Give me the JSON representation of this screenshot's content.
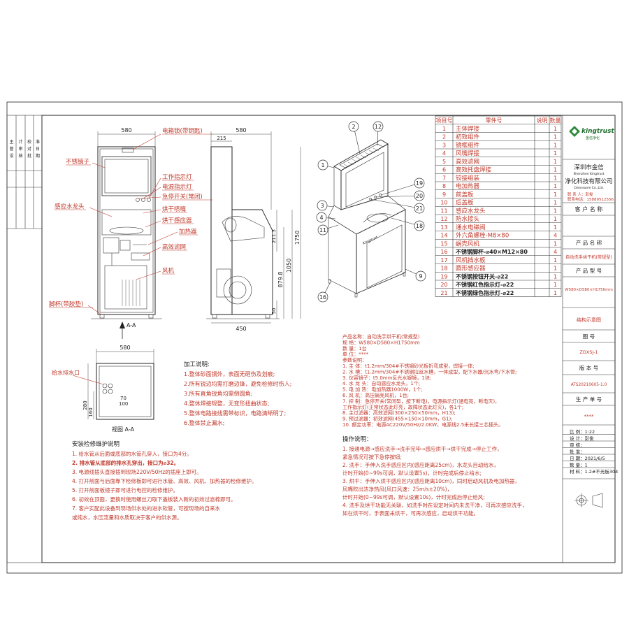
{
  "frame": {
    "left_strip": [
      "主",
      "管",
      "设",
      "计",
      "审",
      "核",
      "校",
      "对",
      "批",
      "准",
      "日",
      "期"
    ]
  },
  "front_view": {
    "width_label": "580",
    "callouts": [
      "电箱锁(带钥匙)",
      "不锈镜子",
      "工作指示灯",
      "电源指示灯",
      "急停开关(常闭)",
      "感应水龙头",
      "烘干喷嘴",
      "烘干感应器",
      "加热器",
      "高效滤网",
      "风机",
      "脚杯(带胶垫)"
    ],
    "section_marker": "A-A"
  },
  "side_view": {
    "dims": [
      "580",
      "215",
      "1750",
      "211.3",
      "1050",
      "879.8",
      "50",
      "450"
    ]
  },
  "section_view": {
    "title": "视图 A-A",
    "width_label": "580",
    "callouts": [
      "给水排水口",
      "给水排水口"
    ],
    "dims": [
      "70",
      "100",
      "280",
      "160"
    ]
  },
  "processing_notes": {
    "title": "加工说明:",
    "items": [
      "1.整体砂面钢外，表面无砸伤及划痕;",
      "2.所有锐边均需打磨边锋，避免检修时伤人;",
      "3.所有直角锐角均需倒圆角;",
      "4.整体焊接规整，无变形扭曲状态;",
      "5.整体电路接线需带标识，电路清晰明了;",
      "6.整体禁止漏水;"
    ]
  },
  "install_notes": {
    "title": "安装检修维护说明",
    "items": [
      "1. 给水管从后面或底部的水管孔穿入，接口为4分。",
      "2. 排水管从底部的排水孔穿出，接口为⌀32。",
      "3. 电源线插头直接插到现场220V/50Hz的插座上即可。",
      "4. 打开前面与后面靠下检修板即可进行水管、高效、风机、加热器的检修维护。",
      "5. 打开前面板镜子即可进行电控的检修维护。",
      "6. 初效在顶面，更换时使用螺丝刀取下盖板装入新的初效过滤棉即可。",
      "7. 客户实配此设备到现场供水处的进水软管，可按现场的自来水",
      "   或纯水，水压流量和水质取决于客户的供水源。"
    ]
  },
  "product_info": {
    "lines": [
      "产品名称：自动洗手烘干机(常规型)",
      "规    格：W580×D580×H1750mm",
      "数    量：1台",
      "单    位：****",
      "参数说明：",
      "1. 主    体：t1.2mm/304#不锈钢砂光板折弯成型，焊接一体;",
      "2. 水    槽：t1.2mm/304#不锈钢拉丝水槽，一体成型，配下水器/沉水弯/下水管;",
      "3. 仪容镜子：t5.0mm反光水银镜，1块;",
      "4. 水 龙 头：自动感应水龙头，1个;",
      "5. 电 加 热：电加热器1000W，1个;",
      "6. 风    机：高压蜗壳风机，1台;",
      "7. 控    制：急停开关(常闭型，按下断电)，电源指示灯(通电亮，断电灭)，",
      "            工作指示灯(正常状态此灯亮，故障状态此灯灭)，各1个;",
      "8. 主过滤器：高效滤网(300×250×50mm，H13);",
      "9. 预过滤器：初效滤网(455×150×10mm，G1);",
      "10. 额定功率：电源AC220V/50Hz/2.0KW，电源线2.5米长接三芯插头。"
    ]
  },
  "operation": {
    "title": "操作说明：",
    "items": [
      "1. 接通电源→感应洗手→洗手完毕→感应烘干→烘干完成→停止工作，",
      "   紧急情况可按下急停按钮;",
      "2. 洗手：手伸入洗手感应区内(感应距离25cm)，水龙头自动给水，",
      "   计时开始(0~99s可调，默认设置5s)，计时完成后停止给水;",
      "3. 烘干：手伸入烘干感应区内(感应距离10cm)，同时启动风机及电加热器，",
      "   风嘴吹出洁净热风(风口风速：25m/s±20%)，",
      "   计时开始(0~99s可调，默认设置10s)，计时完成后停止给风;",
      "4. 洗手及烘干功能无关联，如洗手时在设定时间内未洗干净，可再次感应洗手，",
      "   如在烘干时，手表面未烘干，可再次感应，启动烘干功能。"
    ]
  },
  "parts_table": {
    "headers": [
      "项目号",
      "零件号",
      "说明",
      "数量"
    ],
    "rows": [
      {
        "no": "1",
        "name": "主体焊接",
        "qty": "1",
        "bold": false
      },
      {
        "no": "2",
        "name": "初效组件",
        "qty": "1",
        "bold": false
      },
      {
        "no": "3",
        "name": "镜框组件",
        "qty": "1",
        "bold": false
      },
      {
        "no": "4",
        "name": "风嘴焊接",
        "qty": "1",
        "bold": false
      },
      {
        "no": "5",
        "name": "高效滤网",
        "qty": "1",
        "bold": false
      },
      {
        "no": "6",
        "name": "高效托盘焊接",
        "qty": "1",
        "bold": false
      },
      {
        "no": "7",
        "name": "铰接组装",
        "qty": "1",
        "bold": false
      },
      {
        "no": "8",
        "name": "电加热器",
        "qty": "1",
        "bold": false
      },
      {
        "no": "9",
        "name": "前盖板",
        "qty": "1",
        "bold": false
      },
      {
        "no": "10",
        "name": "后盖板",
        "qty": "1",
        "bold": false
      },
      {
        "no": "11",
        "name": "感应水龙头",
        "qty": "1",
        "bold": false
      },
      {
        "no": "12",
        "name": "防水接头",
        "qty": "1",
        "bold": false
      },
      {
        "no": "13",
        "name": "通水电磁阀",
        "qty": "1",
        "bold": false
      },
      {
        "no": "14",
        "name": "外六角螺栓-M8×80",
        "qty": "4",
        "bold": false
      },
      {
        "no": "15",
        "name": "蜗壳风机",
        "qty": "1",
        "bold": false
      },
      {
        "no": "16",
        "name": "不锈钢脚杯-⌀40×M12×80",
        "qty": "4",
        "bold": true
      },
      {
        "no": "17",
        "name": "风机挡水板",
        "qty": "1",
        "bold": false
      },
      {
        "no": "18",
        "name": "圆形感应器",
        "qty": "1",
        "bold": false
      },
      {
        "no": "19",
        "name": "不锈钢按钮开关-⌀22",
        "qty": "1",
        "bold": true
      },
      {
        "no": "20",
        "name": "不锈钢红色指示灯-⌀22",
        "qty": "1",
        "bold": true
      },
      {
        "no": "21",
        "name": "不锈钢绿色指示灯-⌀22",
        "qty": "1",
        "bold": true
      }
    ]
  },
  "iso_view": {
    "balloons": [
      "2",
      "12",
      "1",
      "3",
      "4",
      "11",
      "19",
      "20",
      "21",
      "18",
      "9",
      "16"
    ],
    "brand_text": "Kingtrust"
  },
  "title_block": {
    "logo_text": "kingtrust",
    "logo_sub": "金信净化",
    "company_cn": "深圳市金信",
    "company_en": "Shenzhen Kingtrust",
    "company_cn2": "净化科技有限公司",
    "company_en2": "Cleanroom Co.,Ltd.",
    "contact_person": "联 系 人：彭俊",
    "contact_phone": "联系电话：15889512556",
    "customer_label": "客 户 名 称",
    "product_name_label": "产 品 名 称",
    "product_name": "自动洗手烘干机(常规型)",
    "product_model_label": "产 品 型 号",
    "product_model": "W580×D580×H1750mm",
    "drawing_name": "结构示意图",
    "drawing_no_label": "图 号",
    "drawing_no": "ZDXSJ-1",
    "version_label": "版 本 号",
    "version": "ATS20210605-1.0",
    "order_label": "生 产 单 号",
    "order_no": "****",
    "scale": "比 例：1:22",
    "design": "设 计：彭俊",
    "review": "审 核：",
    "approve": "批 准：",
    "date": "日 期：2021/6/5",
    "quantity": "数 量：1",
    "material": "材 料：1.2#不光板304"
  }
}
